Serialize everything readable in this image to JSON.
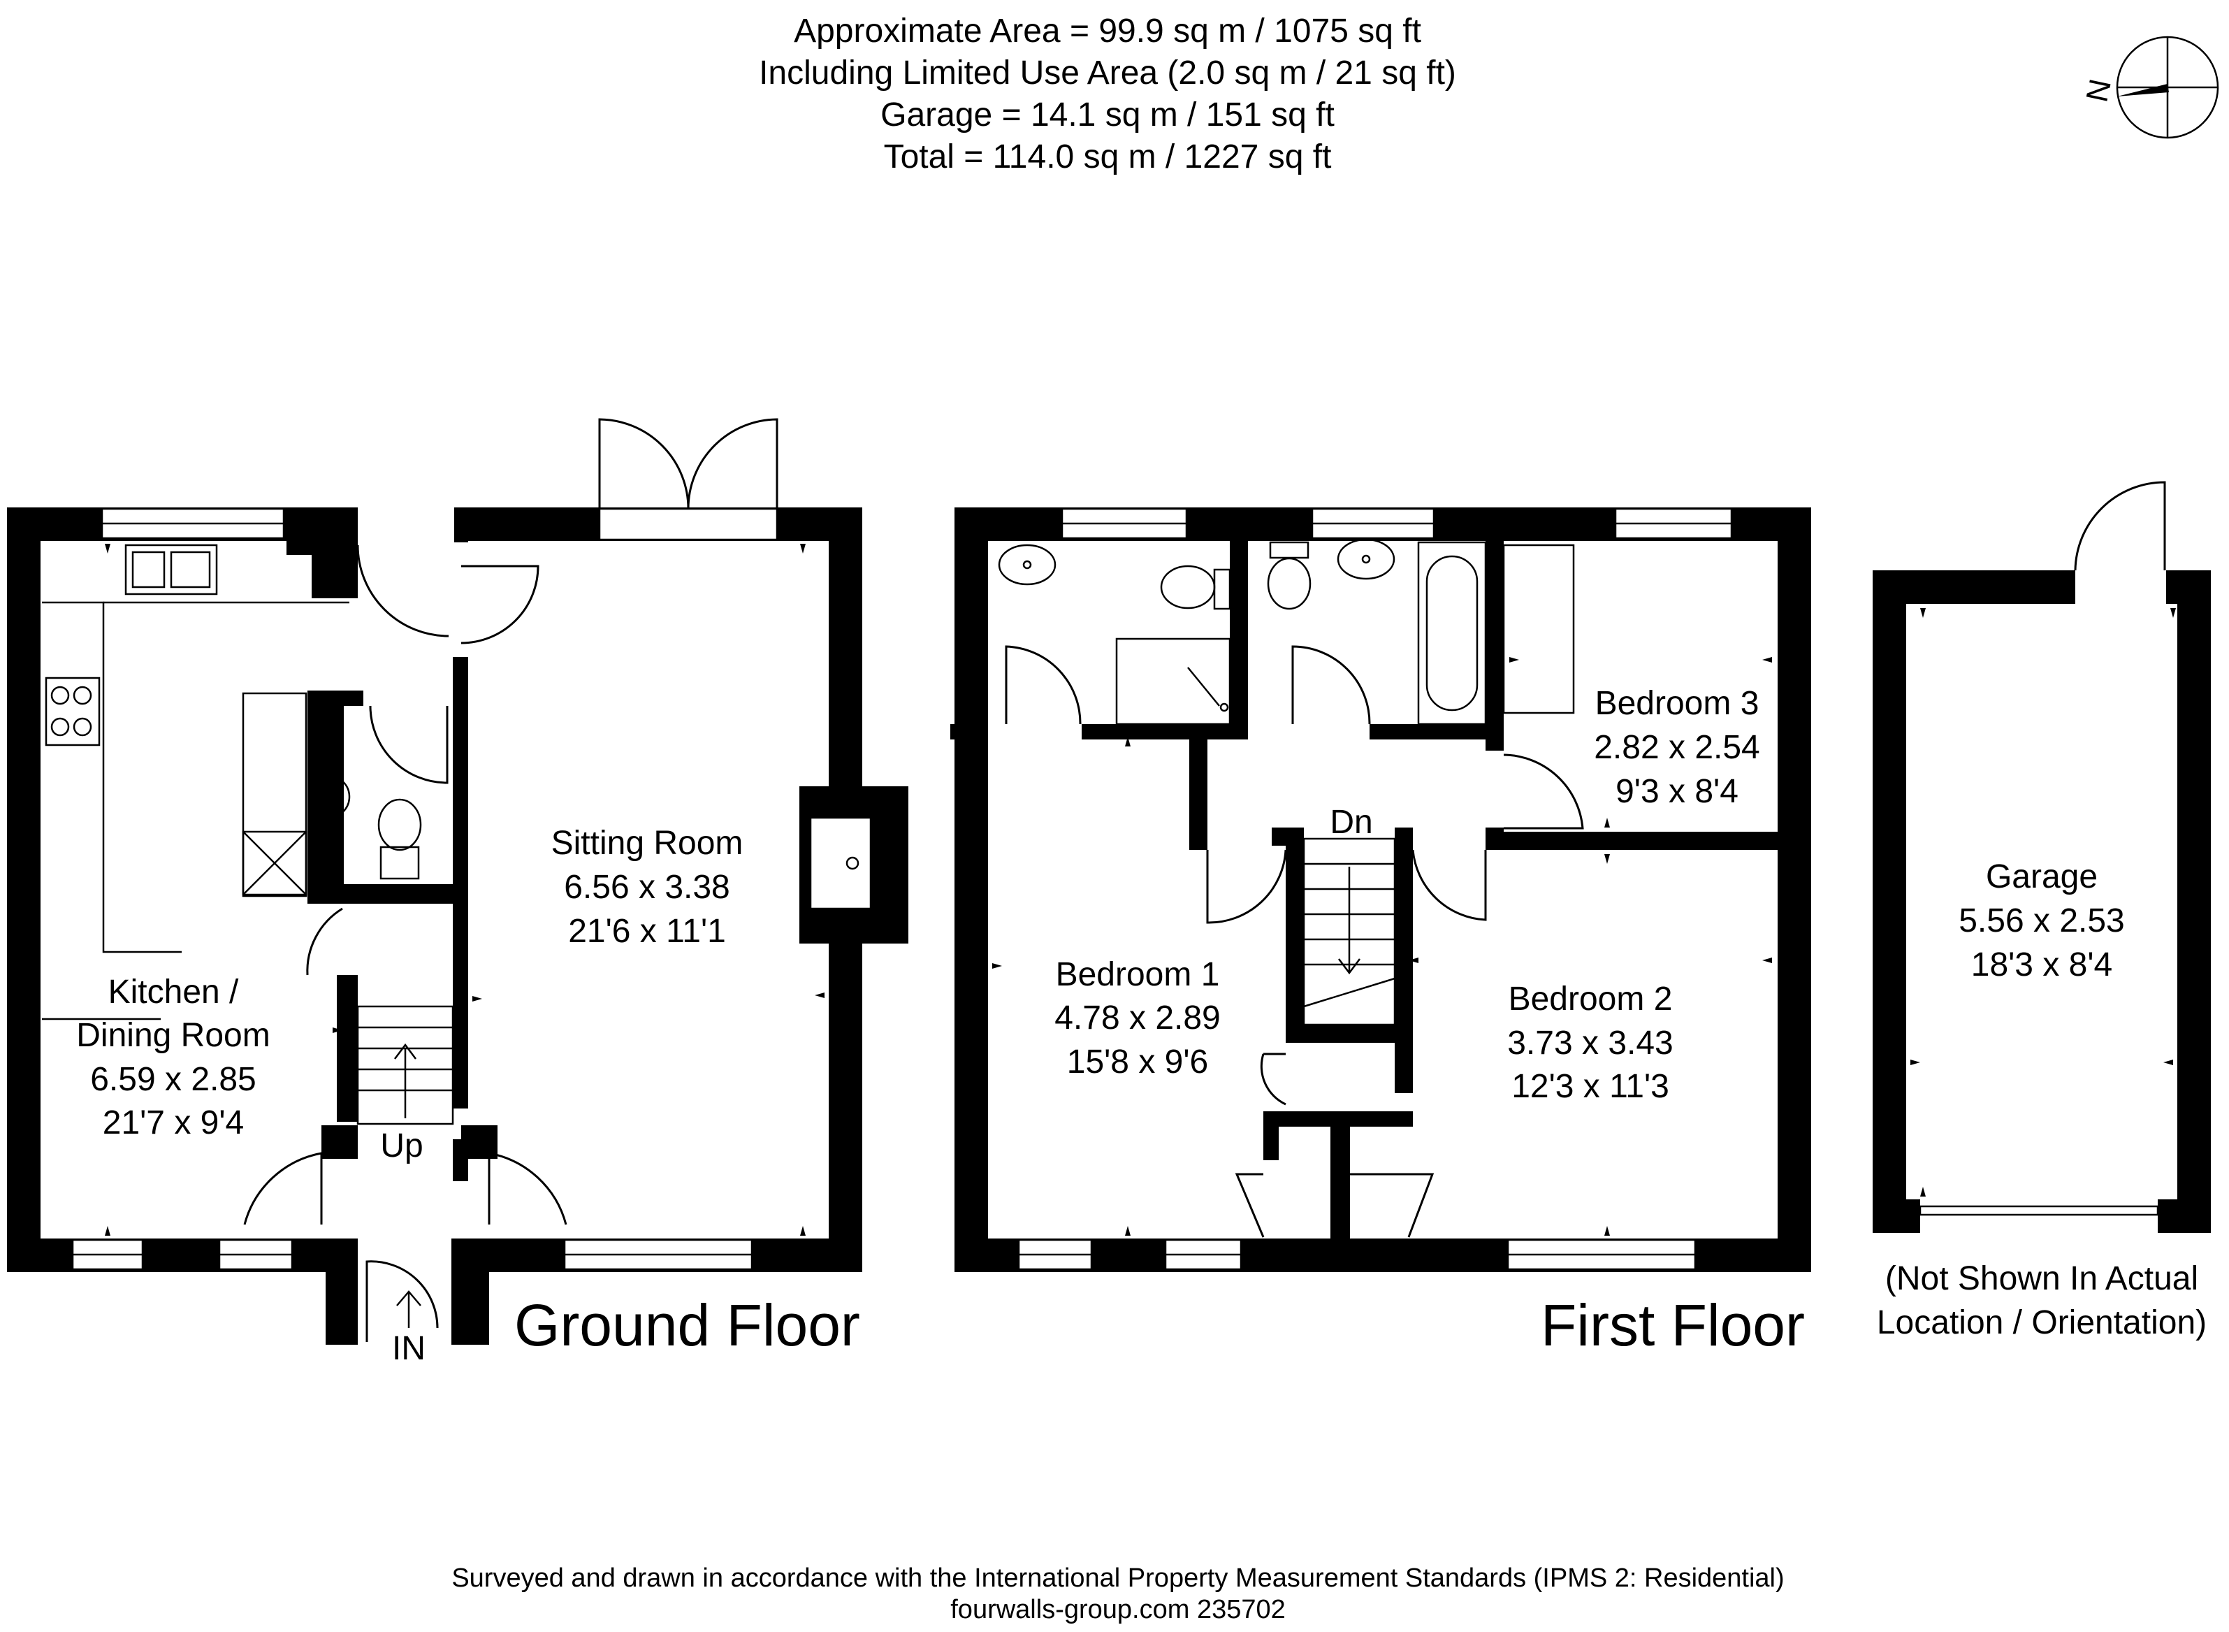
{
  "header": {
    "line1": "Approximate  Area = 99.9 sq m / 1075 sq ft",
    "line2": "Including Limited Use Area (2.0 sq m / 21 sq ft)",
    "line3": "Garage = 14.1 sq m / 151 sq ft",
    "line4": "Total = 114.0 sq m / 1227 sq ft"
  },
  "compass": {
    "label": "N"
  },
  "ground_floor": {
    "title": "Ground Floor",
    "rooms": [
      {
        "name": "Kitchen /",
        "name2": "Dining Room",
        "metric": "6.59 x 2.85",
        "imperial": "21'7 x 9'4"
      },
      {
        "name": "Sitting Room",
        "metric": "6.56 x 3.38",
        "imperial": "21'6 x 11'1"
      }
    ],
    "stairs_label": "Up",
    "entrance_label": "IN"
  },
  "first_floor": {
    "title": "First Floor",
    "rooms": [
      {
        "name": "Bedroom 1",
        "metric": "4.78 x 2.89",
        "imperial": "15'8 x 9'6"
      },
      {
        "name": "Bedroom 2",
        "metric": "3.73 x 3.43",
        "imperial": "12'3 x 11'3"
      },
      {
        "name": "Bedroom 3",
        "metric": "2.82 x 2.54",
        "imperial": "9'3 x 8'4"
      }
    ],
    "stairs_label": "Dn"
  },
  "garage": {
    "name": "Garage",
    "metric": "5.56 x 2.53",
    "imperial": "18'3 x 8'4",
    "note1": "(Not Shown In Actual",
    "note2": "Location / Orientation)"
  },
  "footer": {
    "line1": "Surveyed and drawn in accordance with the International Property Measurement Standards (IPMS 2: Residential)",
    "line2": "fourwalls-group.com 235702"
  }
}
